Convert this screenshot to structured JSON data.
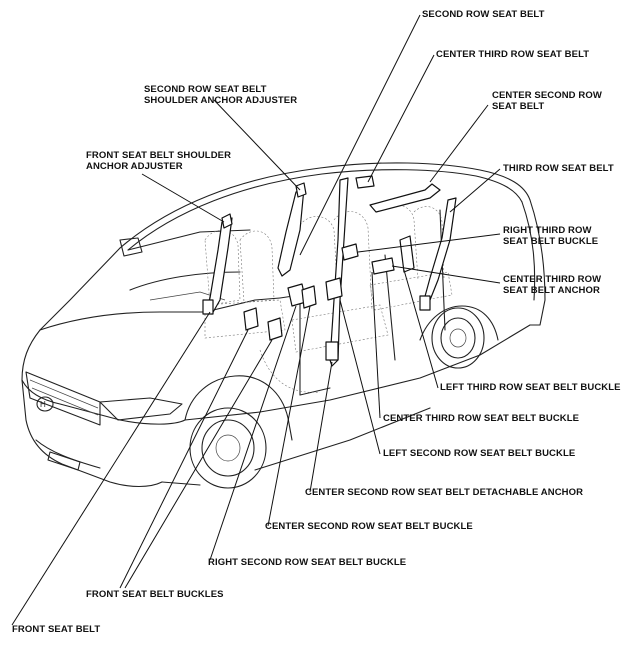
{
  "labels": {
    "second_row_seat_belt": "SECOND ROW SEAT BELT",
    "center_third_row_seat_belt": "CENTER THIRD ROW SEAT BELT",
    "second_row_adjuster_line1": "SECOND ROW SEAT BELT",
    "second_row_adjuster_line2": "SHOULDER ANCHOR ADJUSTER",
    "center_second_row_line1": "CENTER SECOND ROW",
    "center_second_row_line2": "SEAT BELT",
    "front_adjuster_line1": "FRONT SEAT BELT SHOULDER",
    "front_adjuster_line2": "ANCHOR ADJUSTER",
    "third_row_seat_belt": "THIRD ROW SEAT BELT",
    "right_third_row_buckle_line1": "RIGHT THIRD ROW",
    "right_third_row_buckle_line2": "SEAT BELT BUCKLE",
    "center_third_row_anchor_line1": "CENTER THIRD ROW",
    "center_third_row_anchor_line2": "SEAT BELT ANCHOR",
    "left_third_row_buckle": "LEFT THIRD ROW SEAT BELT BUCKLE",
    "center_third_row_buckle": "CENTER THIRD ROW SEAT BELT BUCKLE",
    "left_second_row_buckle": "LEFT SECOND ROW SEAT BELT BUCKLE",
    "center_second_row_detachable_anchor": "CENTER SECOND ROW SEAT BELT DETACHABLE ANCHOR",
    "center_second_row_buckle": "CENTER SECOND ROW SEAT BELT BUCKLE",
    "right_second_row_buckle": "RIGHT SECOND ROW SEAT BELT BUCKLE",
    "front_seat_belt_buckles": "FRONT SEAT BELT BUCKLES",
    "front_seat_belt": "FRONT SEAT BELT"
  }
}
